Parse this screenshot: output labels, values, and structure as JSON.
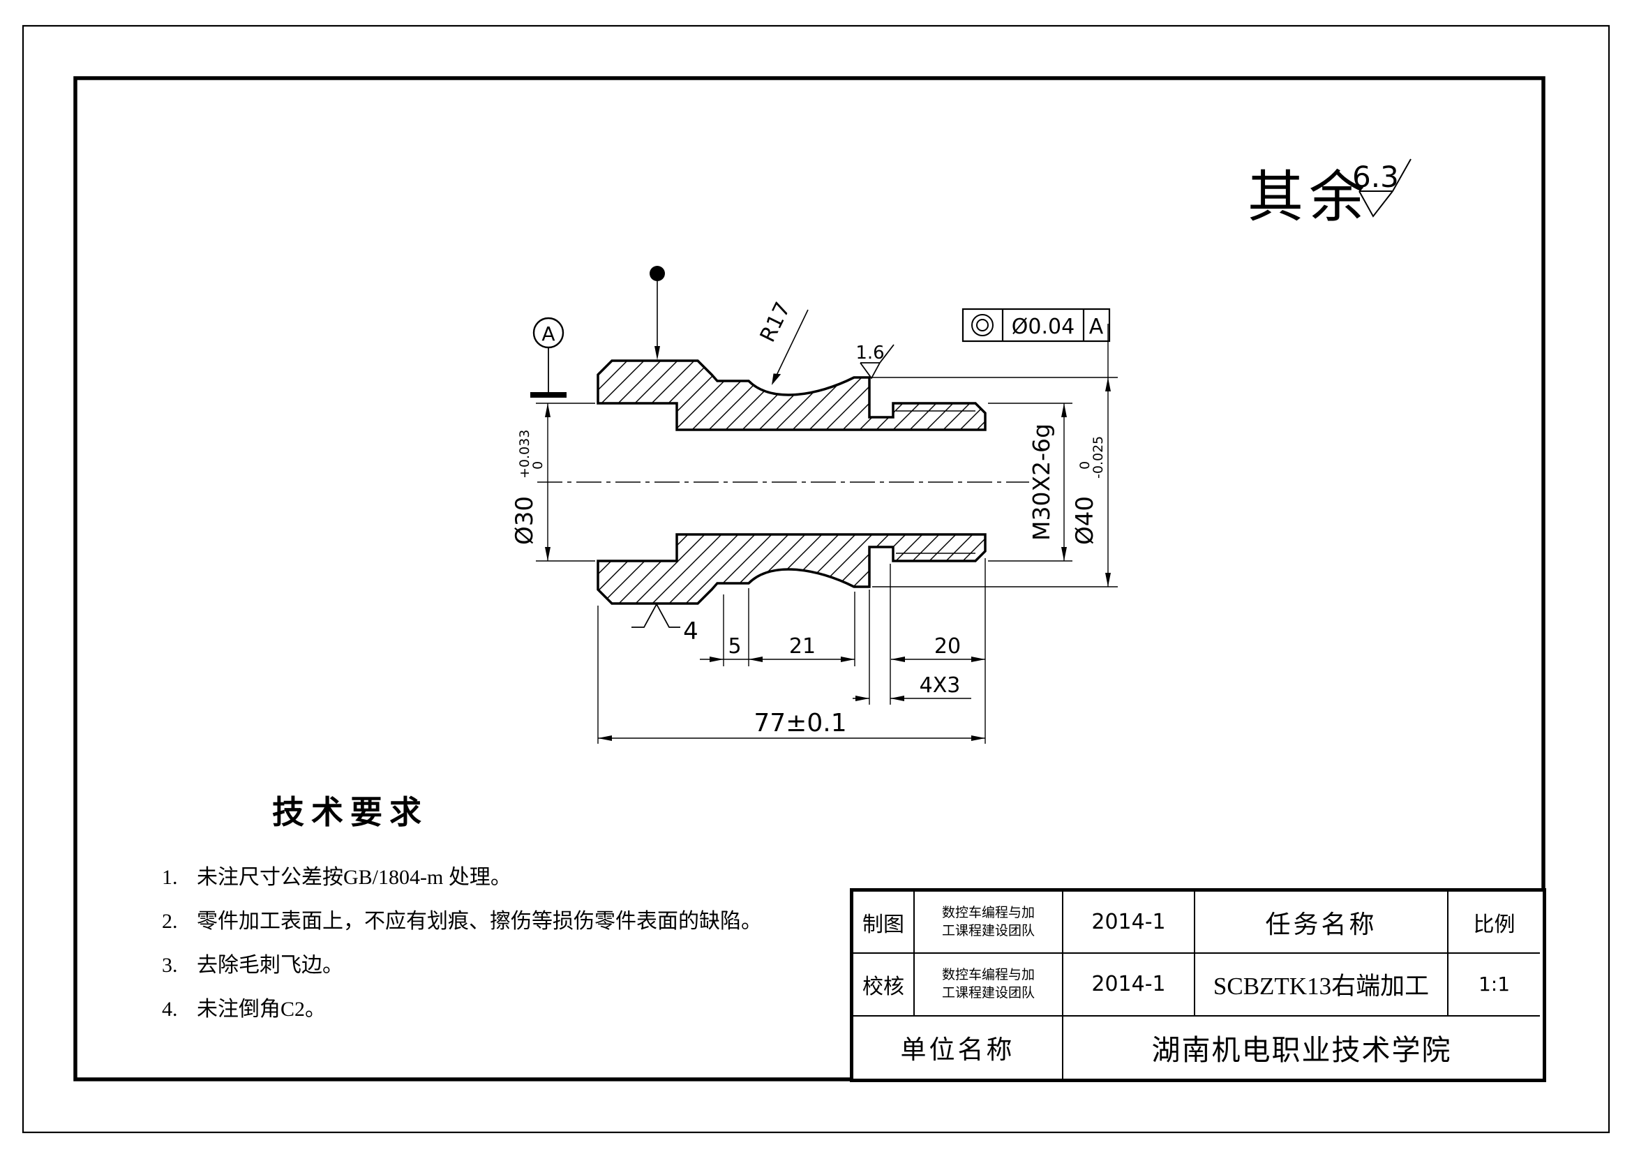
{
  "surface_note": {
    "label": "其余",
    "value": "6.3"
  },
  "fcf": {
    "tolerance": "Ø0.04",
    "datum": "A"
  },
  "datum": {
    "label": "A"
  },
  "dims": {
    "r17": "R17",
    "finish": "1.6",
    "bore": "Ø30",
    "bore_tol_up": "+0.033",
    "bore_tol_lo": "0",
    "thread": "M30X2-6g",
    "od": "Ø40",
    "od_tol_up": "0",
    "od_tol_lo": "-0.025",
    "chamfer": "4",
    "land": "5",
    "groove_span": "21",
    "thread_len": "20",
    "relief": "4X3",
    "overall": "77±0.1"
  },
  "tech": {
    "title": "技术要求",
    "items": [
      {
        "n": "1.",
        "text": "未注尺寸公差按GB/1804-m 处理。"
      },
      {
        "n": "2.",
        "text": "零件加工表面上，不应有划痕、擦伤等损伤零件表面的缺陷。"
      },
      {
        "n": "3.",
        "text": "去除毛刺飞边。"
      },
      {
        "n": "4.",
        "text": "未注倒角C2。"
      }
    ]
  },
  "title_block": {
    "draw_label": "制图",
    "check_label": "校核",
    "team_line1": "数控车编程与加",
    "team_line2": "工课程建设团队",
    "date1": "2014-1",
    "date2": "2014-1",
    "task_label": "任务名称",
    "task_value": "SCBZTK13右端加工",
    "scale_label": "比例",
    "scale_value": "1:1",
    "org_label": "单位名称",
    "org_value": "湖南机电职业技术学院"
  }
}
